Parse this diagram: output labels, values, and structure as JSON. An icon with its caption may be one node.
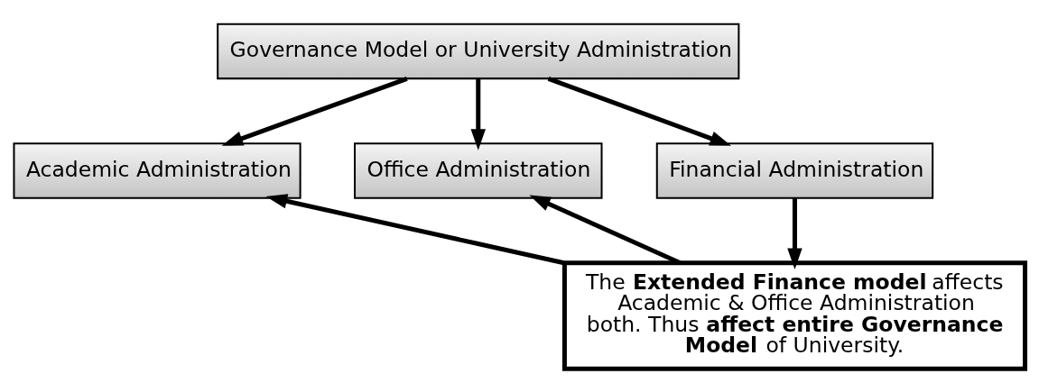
{
  "diagram": {
    "nodes": [
      {
        "text": [
          "Governance Model or University Administration"
        ]
      },
      {
        "text": [
          "Academic Administration"
        ]
      },
      {
        "text": [
          "Office Administration"
        ]
      },
      {
        "text": [
          "Financial Administration"
        ]
      },
      {
        "text": [
          "The **Extended Finance model** affects Academic & Office Administration both. Thus **affect entire Governance Model** of University."
        ]
      }
    ],
    "edges": [
      {
        "from": 0,
        "to": 1,
        "arrow": "to"
      },
      {
        "from": 0,
        "to": 2,
        "arrow": "to"
      },
      {
        "from": 0,
        "to": 3,
        "arrow": "to"
      },
      {
        "from": 3,
        "to": 4,
        "arrow": "to"
      },
      {
        "from": 4,
        "to": 1,
        "arrow": "to"
      },
      {
        "from": 4,
        "to": 2,
        "arrow": "to"
      }
    ]
  }
}
